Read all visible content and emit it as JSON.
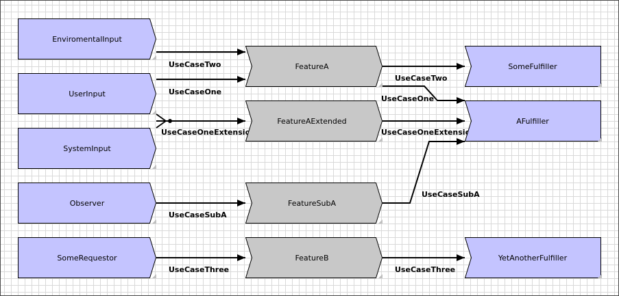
{
  "colors": {
    "actor_fill": "#c4c4ff",
    "feature_fill": "#c8c8c8",
    "border": "#000000",
    "grid": "#d9d9d9"
  },
  "actors": {
    "enviromental_input": "EnviromentalInput",
    "user_input": "UserInput",
    "system_input": "SystemInput",
    "observer": "Observer",
    "some_requestor": "SomeRequestor",
    "some_fulfiller": "SomeFulfiller",
    "a_fulfiller": "AFulfiller",
    "yet_another_fulfiller": "YetAnotherFulfiller"
  },
  "features": {
    "feature_a": "FeatureA",
    "feature_a_extended": "FeatureAExtended",
    "feature_sub_a": "FeatureSubA",
    "feature_b": "FeatureB"
  },
  "edges": {
    "env_to_feature_a": "UseCaseTwo",
    "user_to_feature_a": "UseCaseOne",
    "system_to_feature_a_extended": "UseCaseOneExtension",
    "observer_to_feature_sub_a": "UseCaseSubA",
    "requestor_to_feature_b": "UseCaseThree",
    "feature_a_to_some_fulfiller": "UseCaseTwo",
    "feature_a_to_a_fulfiller": "UseCaseOne",
    "feature_a_extended_to_a_fulfiller": "UseCaseOneExtension",
    "feature_sub_a_to_a_fulfiller": "UseCaseSubA",
    "feature_b_to_yet_another_fulfiller": "UseCaseThree"
  }
}
